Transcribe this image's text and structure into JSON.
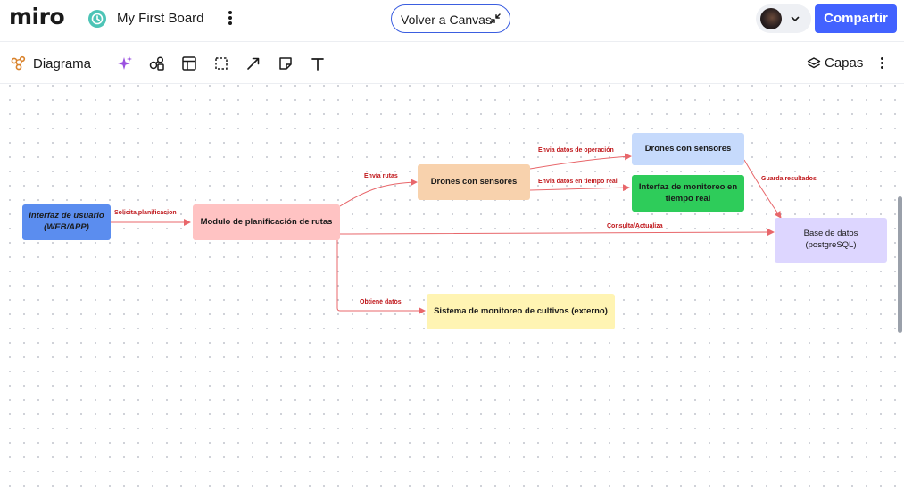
{
  "app": {
    "logo": "miro",
    "board_title": "My First Board",
    "back_to_canvas": "Volver a Canvas",
    "share": "Compartir"
  },
  "toolbar": {
    "diagram_label": "Diagrama",
    "layers_label": "Capas",
    "tools": [
      "ai-sparkle-icon",
      "shapes-icon",
      "template-icon",
      "frame-select-icon",
      "arrow-connector-icon",
      "sticky-note-icon",
      "text-icon"
    ]
  },
  "colors": {
    "accent": "#4262ff",
    "edge": "#e8676b",
    "edge_label": "#c0171b"
  },
  "diagram": {
    "nodes": {
      "user_interface": {
        "label": "Interfaz de usuario (WEB/APP)",
        "color": "#5b8def"
      },
      "route_module": {
        "label": "Modulo de planificación de rutas",
        "color": "#ffc3c3"
      },
      "drones_1": {
        "label": "Drones con sensores",
        "color": "#f8d2ad"
      },
      "drones_2": {
        "label": "Drones con sensores",
        "color": "#c6dafc"
      },
      "monitor_ui": {
        "label": "Interfaz de monitoreo en tiempo real",
        "color": "#2ecc5a"
      },
      "database": {
        "label": "Base de datos (postgreSQL)",
        "color": "#ddd6ff"
      },
      "crop_system": {
        "label": "Sistema de monitoreo de cultivos (externo)",
        "color": "#fff4b3"
      }
    },
    "edges": {
      "solicita": "Solicita planificacion",
      "envia_rutas": "Envía rutas",
      "envia_operacion": "Envia datos de operación",
      "envia_tiempo_real": "Envia datos en tiempo real",
      "guarda": "Guarda resultados",
      "consulta": "Consulta/Actualiza",
      "obtiene": "Obtiene datos"
    }
  }
}
